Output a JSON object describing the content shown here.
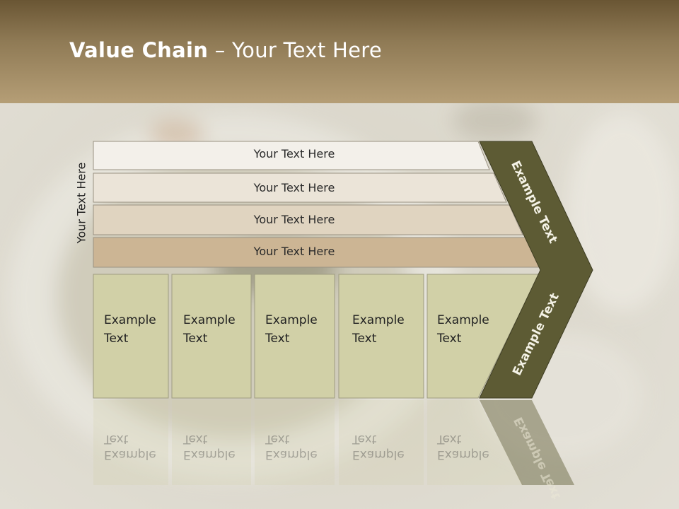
{
  "title": {
    "bold": "Value Chain",
    "rest": " – Your Text Here"
  },
  "side_label": "Your Text Here",
  "rows": [
    {
      "label": "Your Text Here",
      "color": "#f3f0ea"
    },
    {
      "label": "Your Text Here",
      "color": "#ebe4d8"
    },
    {
      "label": "Your Text Here",
      "color": "#e0d4c0"
    },
    {
      "label": "Your Text Here",
      "color": "#ccb594"
    }
  ],
  "boxes": [
    {
      "line1": "Example",
      "line2": "Text"
    },
    {
      "line1": "Example",
      "line2": "Text"
    },
    {
      "line1": "Example",
      "line2": "Text"
    },
    {
      "line1": "Example",
      "line2": "Text"
    },
    {
      "line1": "Example",
      "line2": "Text"
    }
  ],
  "chevron": {
    "top_label": "Example Text",
    "bottom_label": "Example Text",
    "color": "#5d5b34"
  },
  "colors": {
    "box_fill": "#d1d0a7",
    "header": "#8f7a55"
  }
}
